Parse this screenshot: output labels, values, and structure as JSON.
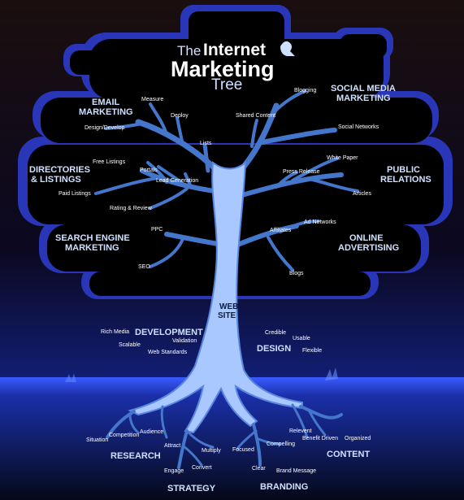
{
  "title": {
    "line1_small": "The",
    "line1_big": "Internet",
    "line2": "Marketing",
    "line3": "Tree"
  },
  "colors": {
    "trunk": "#a9c8ff",
    "branch": "#4477cc",
    "canopy_edge": "#2a36b8",
    "canopy_fill": "#000000",
    "heading": "#cfe0ff",
    "label": "#ffffff",
    "ground": "#1f3fd8"
  },
  "icons": {
    "title": "bird-icon"
  },
  "categories": {
    "email": [
      "EMAIL",
      "MARKETING"
    ],
    "social": [
      "SOCIAL MEDIA",
      "MARKETING"
    ],
    "directories": [
      "DIRECTORIES",
      "& LISTINGS"
    ],
    "public": [
      "PUBLIC",
      "RELATIONS"
    ],
    "search": [
      "SEARCH ENGINE",
      "MARKETING"
    ],
    "online": [
      "ONLINE",
      "ADVERTISING"
    ],
    "website": [
      "WEB",
      "SITE"
    ],
    "development": "DEVELOPMENT",
    "design": "DESIGN",
    "research": "RESEARCH",
    "content": "CONTENT",
    "strategy": "STRATEGY",
    "branding": "BRANDING"
  },
  "labels": {
    "measure": "Measure",
    "deploy": "Deploy",
    "design_develop": "Design/Develop",
    "lists": "Lists",
    "blogging": "Blogging",
    "shared_content": "Shared Content",
    "social_networks": "Social Networks",
    "free_listings": "Free Listings",
    "portals": "Portals",
    "lead_generation": "Lead Generation",
    "paid_listings": "Paid Listings",
    "rating_review": "Rating & Review",
    "white_paper": "White Paper",
    "press_release": "Press Release",
    "articles": "Articles",
    "ppc": "PPC",
    "seo": "SEO",
    "ad_networks": "Ad Networks",
    "affiliates": "Affiliates",
    "blogs": "Blogs",
    "rich_media": "Rich Media",
    "scalable": "Scalable",
    "validation": "Validation",
    "web_standards": "Web Standards",
    "credible": "Credible",
    "usable": "Usable",
    "flexible": "Flexible",
    "situation": "Situation",
    "competition": "Competition",
    "audience": "Audience",
    "attract": "Attract",
    "engage": "Engage",
    "convert": "Convert",
    "multiply": "Multiply",
    "focused": "Focused",
    "compelling": "Compelling",
    "clear": "Clear",
    "brand_message": "Brand Message",
    "relevent": "Relevent",
    "benefit_driven": "Benefit Driven",
    "organized": "Organized"
  }
}
